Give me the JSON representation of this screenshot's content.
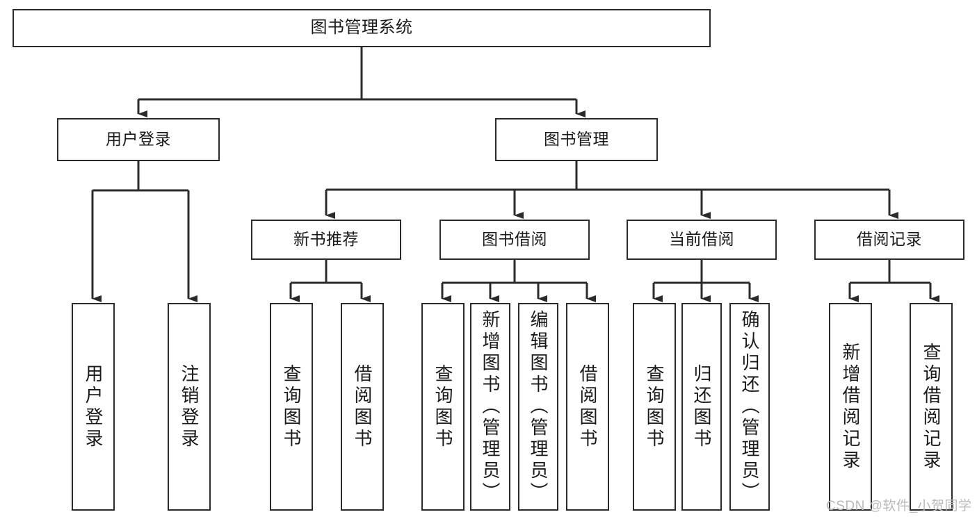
{
  "diagram": {
    "title": "图书管理系统",
    "type": "hierarchy-tree",
    "orientation": "top-down",
    "stroke_color": "#2b2b2b",
    "fill_color": "#ffffff",
    "text_color": "#1a1a1a"
  },
  "root": {
    "label": "图书管理系统"
  },
  "level2": [
    {
      "label": "用户登录"
    },
    {
      "label": "图书管理"
    }
  ],
  "level3": [
    {
      "label": "新书推荐"
    },
    {
      "label": "图书借阅"
    },
    {
      "label": "当前借阅"
    },
    {
      "label": "借阅记录"
    }
  ],
  "leaves": {
    "user_login": [
      {
        "label": "用户登录"
      },
      {
        "label": "注销登录"
      }
    ],
    "new_book_recommend": [
      {
        "label": "查询图书"
      },
      {
        "label": "借阅图书"
      }
    ],
    "book_borrow": [
      {
        "label": "查询图书"
      },
      {
        "label": "新增图书（管理员）"
      },
      {
        "label": "编辑图书（管理员）"
      },
      {
        "label": "借阅图书"
      }
    ],
    "current_borrow": [
      {
        "label": "查询图书"
      },
      {
        "label": "归还图书"
      },
      {
        "label": "确认归还（管理员）"
      }
    ],
    "borrow_record": [
      {
        "label": "新增借阅记录"
      },
      {
        "label": "查询借阅记录"
      }
    ]
  },
  "watermark": {
    "text": "CSDN @软件_小贺同学"
  }
}
